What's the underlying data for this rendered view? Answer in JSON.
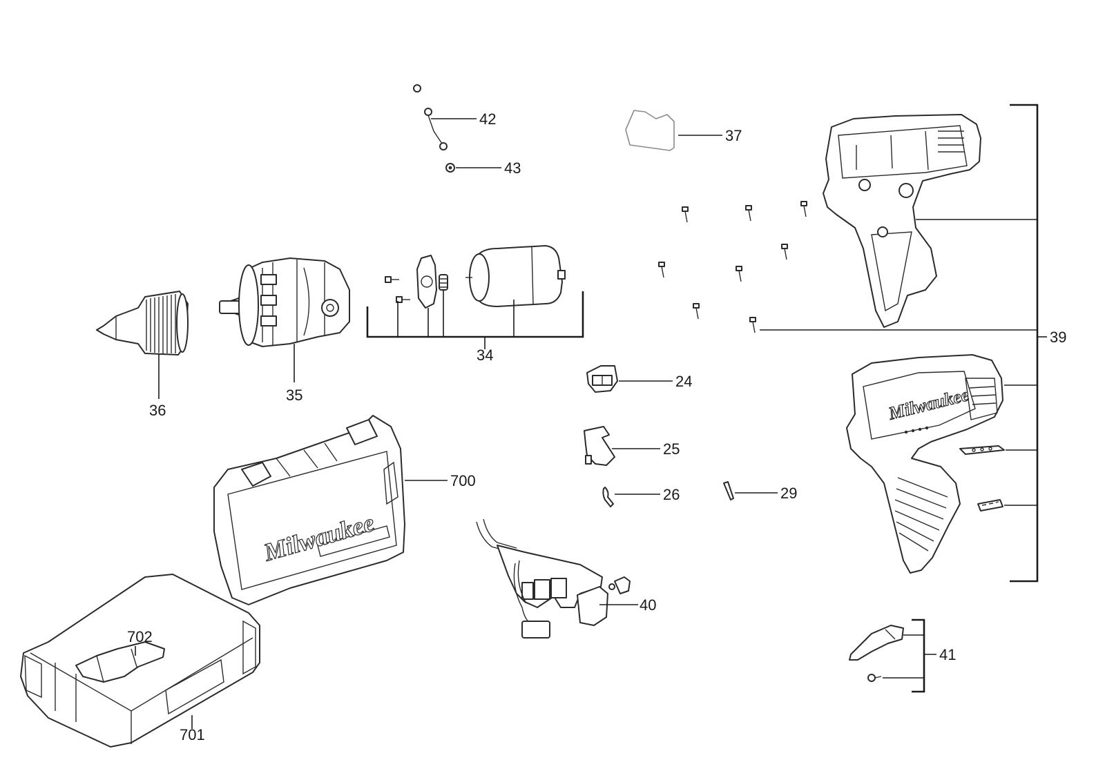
{
  "brand_logo_text": "Milwaukee",
  "callouts": {
    "p24": "24",
    "p25": "25",
    "p26": "26",
    "p29": "29",
    "p34": "34",
    "p35": "35",
    "p36": "36",
    "p37": "37",
    "p39": "39",
    "p40": "40",
    "p41": "41",
    "p42": "42",
    "p43": "43",
    "p700": "700",
    "p701": "701",
    "p702": "702"
  }
}
